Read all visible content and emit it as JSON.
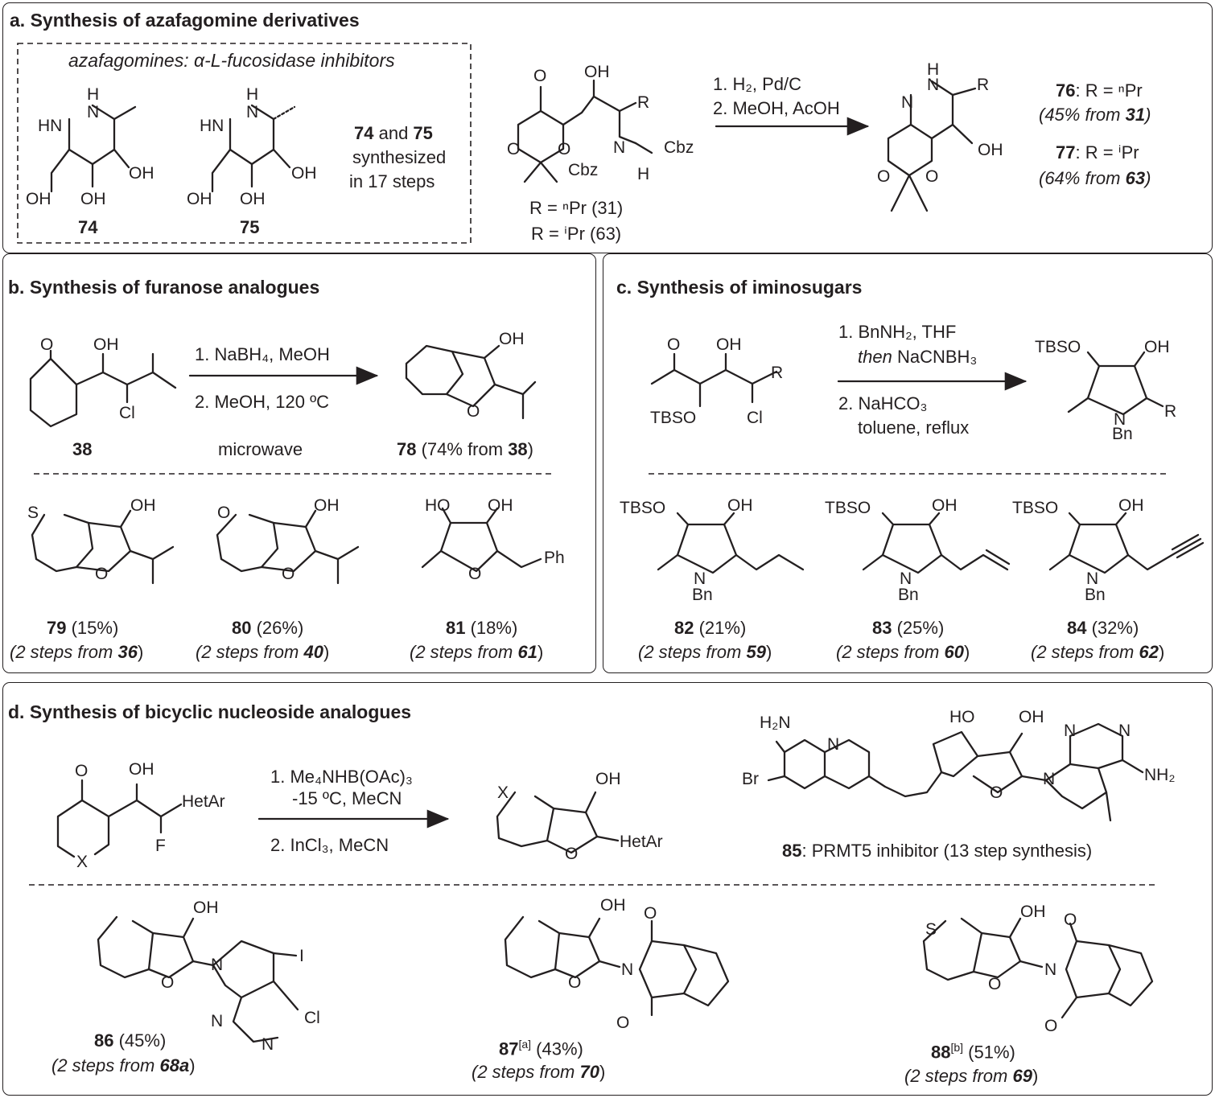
{
  "panels": {
    "a": {
      "header": "a. Synthesis of azafagomine derivatives",
      "box_title": "azafagomines: α-L-fucosidase inhibitors",
      "cmpd74": "74",
      "cmpd75": "75",
      "note_line1_a": "74",
      "note_line1_b": " and ",
      "note_line1_c": "75",
      "note_line2": "synthesized",
      "note_line3": "in 17 steps",
      "start_r1": "R = ⁿPr (31)",
      "start_r2": "R = ⁱPr (63)",
      "cond1": "1. H₂, Pd/C",
      "cond2": "2. MeOH, AcOH",
      "prod76_a": "76",
      "prod76_b": ": R = ⁿPr",
      "prod76_c": "(45% from ",
      "prod76_d": "31",
      "prod76_e": ")",
      "prod77_a": "77",
      "prod77_b": ": R = ⁱPr",
      "prod77_c": "(64% from ",
      "prod77_d": "63",
      "prod77_e": ")"
    },
    "b": {
      "header": "b. Synthesis of furanose analogues",
      "cond1": "1. NaBH₄, MeOH",
      "cond2": "2. MeOH, 120 ºC",
      "cond3": "microwave",
      "start": "38",
      "prod_a": "78",
      "prod_b": " (74% from ",
      "prod_c": "38",
      "prod_d": ")",
      "c79_a": "79",
      "c79_b": " (15%)",
      "c79_c": "(2 steps from ",
      "c79_d": "36",
      "c79_e": ")",
      "c80_a": "80",
      "c80_b": " (26%)",
      "c80_c": "(2 steps from ",
      "c80_d": "40",
      "c80_e": ")",
      "c81_a": "81",
      "c81_b": " (18%)",
      "c81_c": "(2 steps from ",
      "c81_d": "61",
      "c81_e": ")"
    },
    "c": {
      "header": "c. Synthesis of iminosugars",
      "cond1": "1. BnNH₂, THF",
      "cond2_a": "then",
      "cond2_b": " NaCNBH₃",
      "cond3": "2. NaHCO₃",
      "cond4": "toluene, reflux",
      "c82_a": "82",
      "c82_b": " (21%)",
      "c82_c": "(2 steps from ",
      "c82_d": "59",
      "c82_e": ")",
      "c83_a": "83",
      "c83_b": " (25%)",
      "c83_c": "(2 steps from ",
      "c83_d": "60",
      "c83_e": ")",
      "c84_a": "84",
      "c84_b": " (32%)",
      "c84_c": "(2 steps from ",
      "c84_d": "62",
      "c84_e": ")"
    },
    "d": {
      "header": "d. Synthesis of bicyclic nucleoside analogues",
      "cond1": "1. Me₄NHB(OAc)₃",
      "cond2": "-15 ºC, MeCN",
      "cond3": "2. InCl₃, MeCN",
      "c85_a": "85",
      "c85_b": ": PRMT5 inhibitor (13 step synthesis)",
      "c86_a": "86",
      "c86_b": " (45%)",
      "c86_c": "(2 steps from ",
      "c86_d": "68a",
      "c86_e": ")",
      "c87_a": "87",
      "c87_sup": "[a]",
      "c87_b": " (43%)",
      "c87_c": "(2 steps from ",
      "c87_d": "70",
      "c87_e": ")",
      "c88_a": "88",
      "c88_sup": "[b]",
      "c88_b": " (51%)",
      "c88_c": "(2 steps from ",
      "c88_d": "69",
      "c88_e": ")"
    }
  },
  "atoms": {
    "oh": "OH",
    "o": "O",
    "h": "H",
    "hn": "HN",
    "n": "N",
    "r": "R",
    "cl": "Cl",
    "s": "S",
    "cbz": "Cbz",
    "bn": "Bn",
    "tbso": "TBSO",
    "ph": "Ph",
    "hetar": "HetAr",
    "f": "F",
    "x": "X",
    "i": "I",
    "br": "Br",
    "h2n": "H₂N",
    "nh2": "NH₂",
    "ho": "HO"
  }
}
